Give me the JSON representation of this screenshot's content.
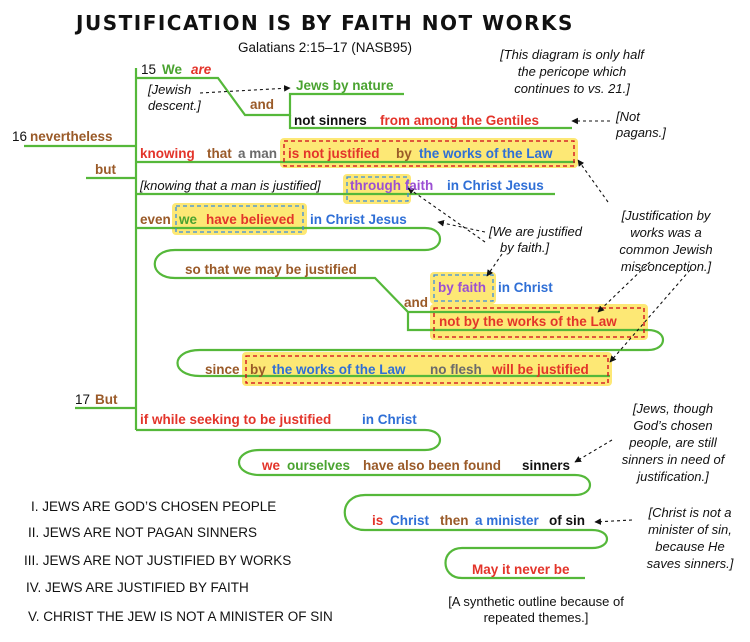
{
  "colors": {
    "line": "#55b83a",
    "red": "#e3342a",
    "green": "#4aa330",
    "blue": "#2f6fd6",
    "brown": "#9a5a28",
    "gray": "#6b6b6b",
    "purple": "#9b4fd3",
    "black": "#111111",
    "highlight": "#fde875",
    "box_red": "#d0021b",
    "box_blue": "#3a8de0"
  },
  "title": "JUSTIFICATION IS BY FAITH NOT WORKS",
  "reference": "Galatians 2:15–17 (NASB95)",
  "verse_labels": {
    "v15": "15",
    "v16": "16",
    "v17": "17"
  },
  "lines": {
    "we": "We",
    "are": "are",
    "jewish_descent_1": "[Jewish",
    "jewish_descent_2": "descent.]",
    "and1": "and",
    "jews_by_nature": "Jews by nature",
    "not_sinners": "not sinners",
    "from_gentiles": "from among the Gentiles",
    "nevertheless": "nevertheless",
    "but": "but",
    "knowing": "knowing",
    "that": "that",
    "a_man": "a man",
    "not_justified": "is not justified",
    "by": "by",
    "works_of_law": "the works of the Law",
    "bracket_knowing": "[knowing that a man is justified]",
    "through_faith": "through faith",
    "in_christ_jesus": "in Christ Jesus",
    "even": "even",
    "we2": "we",
    "have_believed": "have believed",
    "in_christ_jesus2": "in Christ Jesus",
    "so_that": "so that we may be justified",
    "and2": "and",
    "by_faith": "by faith",
    "in_christ": "in Christ",
    "not_by_works": "not by the works of the Law",
    "since": "since",
    "by2": "by",
    "works_of_law2": "the works of the Law",
    "no_flesh": "no flesh",
    "will_be_justified": "will be justified",
    "but17": "But",
    "if_while": "if while seeking to be justified",
    "in_christ17": "in Christ",
    "we_ourselves": "we",
    "ourselves": "ourselves",
    "have_also": "have also been found",
    "sinners": "sinners",
    "is": "is",
    "christ": "Christ",
    "then": "then",
    "a_minister": "a minister",
    "of_sin": "of sin",
    "may_it_never": "May it never be"
  },
  "notes": {
    "half_pericope": [
      "[This diagram is only half",
      "the pericope which",
      "continues to vs. 21.]"
    ],
    "not_pagans": [
      "[Not",
      "pagans.]"
    ],
    "justification_by_works": [
      "[Justification by",
      "works was a",
      "common Jewish",
      "misconception.]"
    ],
    "justified_by_faith": [
      "[We are justified",
      "by faith.]"
    ],
    "jews_chosen": [
      "[Jews, though",
      "God’s chosen",
      "people, are still",
      "sinners in need of",
      "justification.]"
    ],
    "christ_not_minister": [
      "[Christ is not a",
      "minister of sin,",
      "because He",
      "saves sinners.]"
    ],
    "synthetic": [
      "[A synthetic outline because of",
      "repeated themes.]"
    ]
  },
  "outline": [
    "I. JEWS ARE GOD’S CHOSEN PEOPLE",
    "II. JEWS ARE NOT PAGAN SINNERS",
    "III. JEWS ARE NOT JUSTIFIED BY WORKS",
    "IV. JEWS ARE JUSTIFIED BY FAITH",
    "V. CHRIST THE JEW IS NOT A MINISTER OF SIN"
  ]
}
